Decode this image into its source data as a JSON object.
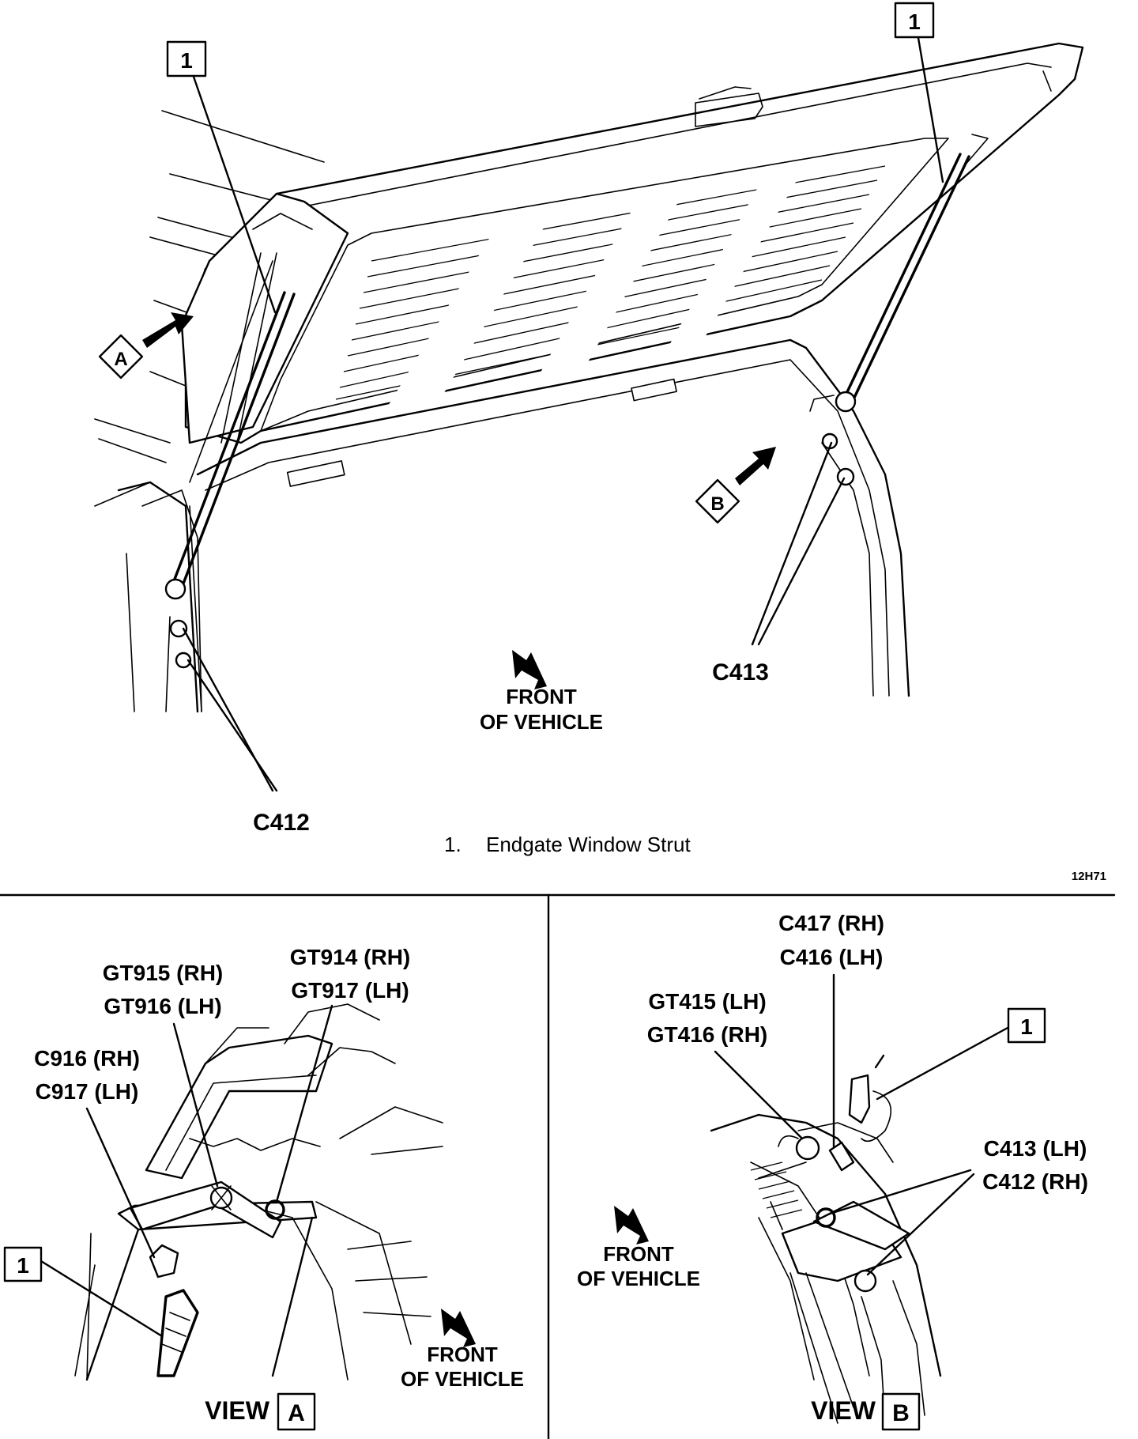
{
  "main": {
    "callout_left": "1",
    "callout_right": "1",
    "view_a_tag": "A",
    "view_b_tag": "B",
    "connector_left": "C412",
    "connector_right": "C413",
    "front_line1": "FRONT",
    "front_line2": "OF VEHICLE",
    "legend_number": "1.",
    "legend_text": "Endgate Window Strut",
    "figure_code": "12H71"
  },
  "view_a": {
    "label_gt915": "GT915 (RH)",
    "label_gt916": "GT916 (LH)",
    "label_gt914": "GT914 (RH)",
    "label_gt917": "GT917 (LH)",
    "label_c916": "C916 (RH)",
    "label_c917": "C917 (LH)",
    "callout": "1",
    "front_line1": "FRONT",
    "front_line2": "OF VEHICLE",
    "title": "VIEW",
    "title_tag": "A"
  },
  "view_b": {
    "label_c417": "C417 (RH)",
    "label_c416": "C416 (LH)",
    "label_gt415": "GT415 (LH)",
    "label_gt416": "GT416 (RH)",
    "label_c413": "C413 (LH)",
    "label_c412": "C412 (RH)",
    "callout": "1",
    "front_line1": "FRONT",
    "front_line2": "OF VEHICLE",
    "title": "VIEW",
    "title_tag": "B"
  }
}
